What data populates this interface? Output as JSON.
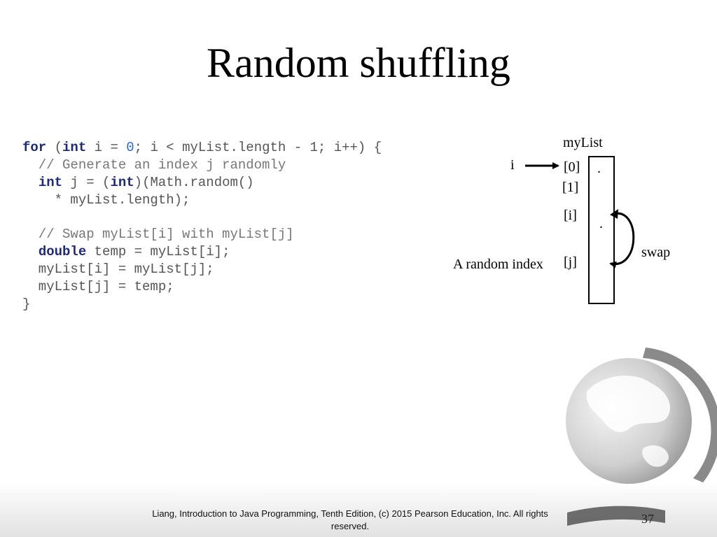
{
  "slide": {
    "title": "Random shuffling",
    "footer": "Liang, Introduction to Java Programming, Tenth Edition, (c) 2015 Pearson Education, Inc. All rights reserved.",
    "page_number": "37"
  },
  "code": {
    "l1": {
      "kw1": "for",
      "t1": " (",
      "kw2": "int",
      "t2": " i = ",
      "num": "0",
      "t3": "; i < myList.length - 1; i++) {"
    },
    "l2": "  // Generate an index j randomly",
    "l3": {
      "indent": "  ",
      "kw1": "int",
      "t1": " j = (",
      "kw2": "int",
      "t2": ")(Math.random()"
    },
    "l4": "    * myList.length);",
    "l6": "  // Swap myList[i] with myList[j]",
    "l7": {
      "indent": "  ",
      "kw": "double",
      "t": " temp = myList[i];"
    },
    "l8": "  myList[i] = myList[j];",
    "l9": "  myList[j] = temp;",
    "l10": "}"
  },
  "diagram": {
    "array_name": "myList",
    "pointer_label": "i",
    "index_0": "[0]",
    "index_1": "[1]",
    "index_i": "[i]",
    "index_j": "[j]",
    "dot": ".",
    "random_index_label": "A random index",
    "swap_label": "swap"
  },
  "colors": {
    "keyword": "#1c2a78",
    "number": "#2a6bd8",
    "comment": "#777777",
    "code_text": "#555555"
  }
}
